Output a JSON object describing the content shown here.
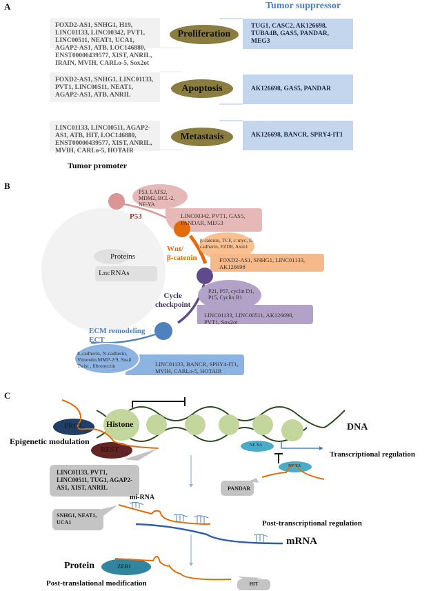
{
  "panel_a": {
    "letter": "A",
    "tumor_suppressor_title": "Tumor suppressor",
    "tumor_promoter_title": "Tumor promoter",
    "rows": [
      {
        "process": "Proliferation",
        "promoters": "FOXD2-AS1, SNHG1, H19, LINC01133, LINC00342, PVT1, LINC00511, NEAT1, UCA1, AGAP2-AS1, ATB, LOC146880, ENST00000439577, XIST, ANRIL, IRAIN, MVIH, CARLo-5, Sox2ot",
        "suppressors": "TUG1, CASC2, AK126698, TUBA4B, GAS5, PANDAR, MEG3"
      },
      {
        "process": "Apoptosis",
        "promoters": "FOXD2-AS1, SNHG1, LINC01133, PVT1, LINC00511, NEAT1, AGAP2-AS1, ATB, ANRIL",
        "suppressors": "AK126698,  GAS5, PANDAR"
      },
      {
        "process": "Metastasis",
        "promoters": "LINC01133, LINC00511, AGAP2-AS1, ATB, HIT, LOC146880, ENST00000439577, XIST, ANRIL, MVIH, CARLo-5,  HOTAIR",
        "suppressors": "AK126698, BANCR, SPRY4-IT1"
      }
    ],
    "colors": {
      "oval": "#8b7d3f",
      "promoter_box": "#f1f1f1",
      "suppressor_box": "#c4d6ee",
      "suppressor_title": "#4a7fc1"
    }
  },
  "panel_b": {
    "letter": "B",
    "legend": {
      "proteins": "Proteins",
      "lncrnas": "LncRNAs"
    },
    "pathways": [
      {
        "name": "P53",
        "proteins": "P53, LATS2, MDM2, BCL-2, NF-YA",
        "lncrnas": "LINC00342, PVT1, GAS5, PANDAR, MEG3",
        "color": "#c0504d"
      },
      {
        "name": "Wnt/ β-catenin",
        "name_line1": "Wnt/",
        "name_line2": "β-catenin",
        "proteins": "β-catenin, TCF, c-myc, E-cadherin, FZD8, Axin1",
        "lncrnas": "FOXD2-AS1, SNHG1, LINC01133, AK126698",
        "color": "#e36c0a"
      },
      {
        "name": "Cycle checkpoint",
        "name_line1": "Cycle",
        "name_line2": "checkpoint",
        "proteins": "P21, P57, cyclin D1, P15, Cyclin B1",
        "lncrnas": "LINC01133, LINC00511, AK126698, PVT1, Sox2ot",
        "color": "#5f4b8b"
      },
      {
        "name": "ECM remodeling ECT",
        "name_line1": "ECM remodeling",
        "name_line2": "ECT",
        "proteins": "E-cadherin, N-cadherin, Vimentin,MMP-2/9, Snail Twist , fibronectin",
        "lncrnas": "LINC01133, BANCR, SPRY4-IT1, MVIH, CARLo-5, HOTAIR",
        "color": "#4f81bd"
      }
    ]
  },
  "panel_c": {
    "letter": "C",
    "labels": {
      "histone": "Histone",
      "prc2": "PRC2",
      "rest": "REST",
      "epigenetic": "Epigenetic modulation",
      "dna": "DNA",
      "nfya_1": "NF-YA",
      "nfya_2": "NF-YA",
      "transcriptional": "Transcriptional  regulation",
      "mirna": "mi-RNA",
      "post_transcriptional": "Post-transcriptional  regulation",
      "mrna": "mRNA",
      "protein": "Protein",
      "zeb1": "ZEB1",
      "post_translational": "Post-translational modification"
    },
    "callouts": {
      "epigenetic_lncrnas": "LINC01133, PVT1, LINC00511, TUG1, AGAP2-AS1, XIST, ANRIL",
      "transcriptional_lncrnas": "PANDAR",
      "post_transcriptional_lncrnas": "SNHG1, NEAT1, UCA1",
      "post_translational_lncrnas": "HIT"
    },
    "colors": {
      "histone": "#c3d69b",
      "prc2": "#1f3f66",
      "rest": "#632523",
      "nfya": "#4bacc6",
      "zeb1": "#31859c",
      "lncrna_strand": "#e36c0a",
      "mrna_strand": "#2e5fa8"
    }
  }
}
